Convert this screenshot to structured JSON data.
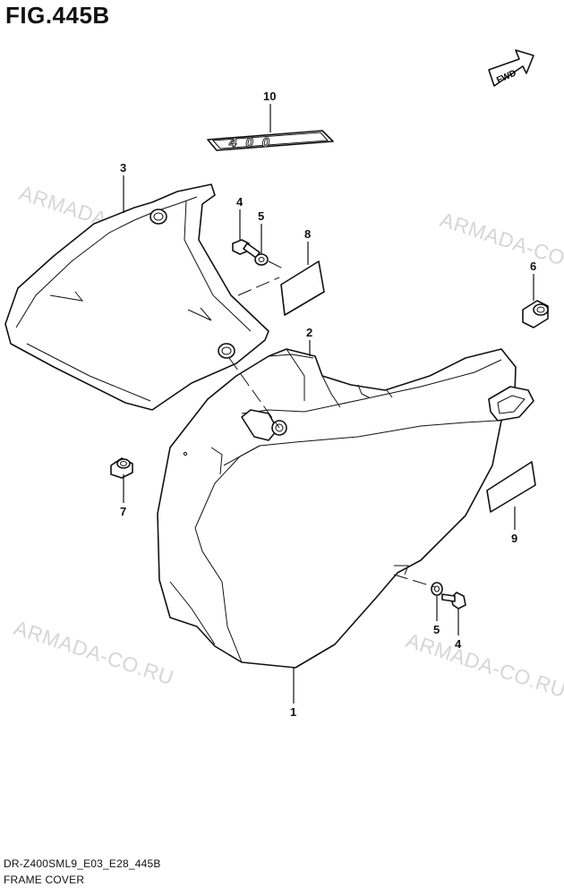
{
  "figure": {
    "title": "FIG.445B",
    "fwd_label": "FWD",
    "emblem_text": "400"
  },
  "callouts": {
    "c1": "1",
    "c2": "2",
    "c3": "3",
    "c4_upper": "4",
    "c5_upper": "5",
    "c6": "6",
    "c7": "7",
    "c8": "8",
    "c9": "9",
    "c10": "10",
    "c4_lower": "4",
    "c5_lower": "5"
  },
  "watermark": "ARMADA-CO.RU",
  "footer": {
    "code": "DR-Z400SML9_E03_E28_445B",
    "name": "FRAME COVER"
  }
}
